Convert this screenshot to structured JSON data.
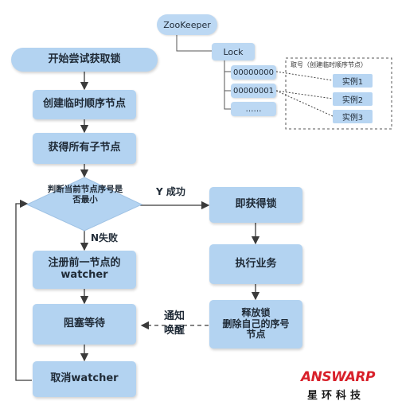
{
  "zookeeper": {
    "root": "ZooKeeper",
    "lock": "Lock",
    "children": [
      "00000000",
      "00000001",
      "……"
    ],
    "legend_title": "取号（创建临时顺序节点）",
    "instances": [
      "实例1",
      "实例2",
      "实例3"
    ]
  },
  "flow": {
    "start": "开始尝试获取锁",
    "create_node": "创建临时顺序节点",
    "get_children": "获得所有子节点",
    "decision": "判断当前节点序号是否最小",
    "register_watcher_line1": "注册前一节点的",
    "register_watcher_line2": "watcher",
    "block_wait": "阻塞等待",
    "cancel_watcher": "取消watcher",
    "acquire": "即获得锁",
    "execute": "执行业务",
    "release_line1": "释放锁",
    "release_line2": "删除自己的序号",
    "release_line3": "节点"
  },
  "edges": {
    "yes_label": "Y 成功",
    "no_label": "N失败",
    "notify_line1": "通知",
    "notify_line2": "唤醒"
  },
  "logo": {
    "brand": "ANSWARP",
    "subtitle": "星环科技"
  },
  "colors": {
    "node_fill": "#b3d3f1",
    "line": "#3b3b3b",
    "logo_red": "#d8202a"
  }
}
